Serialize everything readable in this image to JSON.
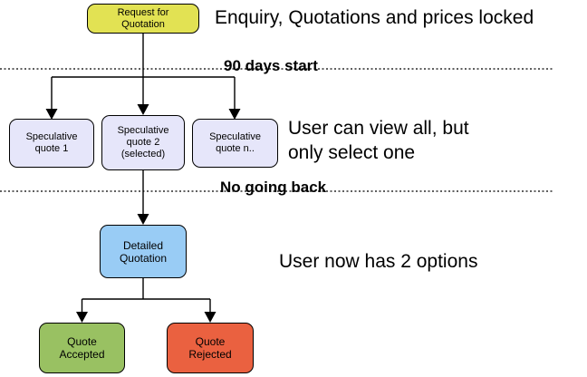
{
  "background": "#FFFFFF",
  "line_color": "#000000",
  "nodes": {
    "request": {
      "label": "Request for\nQuotation",
      "fill": "#E2E253"
    },
    "spec1": {
      "label": "Speculative\nquote 1",
      "fill": "#E6E6FA"
    },
    "spec2": {
      "label": "Speculative\nquote 2\n(selected)",
      "fill": "#E6E6FA"
    },
    "specn": {
      "label": "Speculative\nquote n..",
      "fill": "#E6E6FA"
    },
    "detailed": {
      "label": "Detailed\nQuotation",
      "fill": "#99CCF5"
    },
    "accepted": {
      "label": "Quote\nAccepted",
      "fill": "#99C162"
    },
    "rejected": {
      "label": "Quote\nRejected",
      "fill": "#EA6140"
    }
  },
  "gates": {
    "days90": {
      "label": "90 days start"
    },
    "noback": {
      "label": "No going back"
    }
  },
  "annotations": {
    "enquiry": "Enquiry, Quotations and prices locked",
    "view": "User can view all, but\nonly select one",
    "options": "User now has 2 options"
  }
}
